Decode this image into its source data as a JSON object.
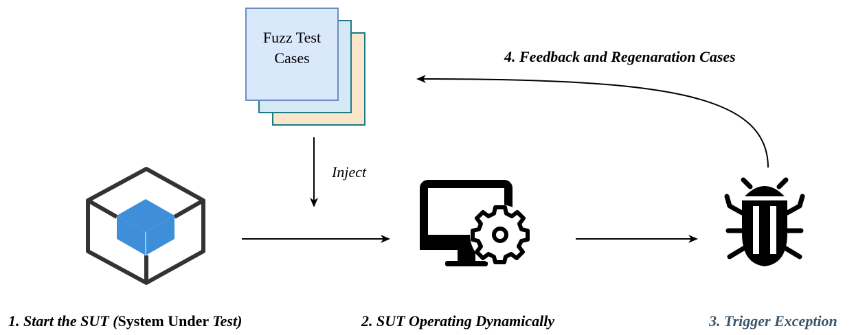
{
  "cards": {
    "line1": "Fuzz Test",
    "line2": "Cases",
    "colors": {
      "front": "#dae8fc",
      "front_stroke": "#6c8ebf",
      "middle": "#d5e8f3",
      "middle_stroke": "#1b7a84",
      "back": "#fbe6cc",
      "back_stroke": "#1b7a84"
    }
  },
  "edges": {
    "inject": "Inject",
    "feedback": "4. Feedback and Regenaration Cases"
  },
  "steps": {
    "step1": {
      "a": "1. Start the SUT (",
      "b": "System",
      "c": " Under ",
      "d": "Test)"
    },
    "step2": "2. SUT Operating Dynamically",
    "step3": "3. Trigger Exception"
  },
  "icons": {
    "sut": "cube-icon",
    "running": "monitor-gear-icon",
    "exception": "bug-icon"
  },
  "colors": {
    "cube_blue": "#3e8ed9",
    "cube_frame": "#333333",
    "step3_text": "#3a5468"
  }
}
